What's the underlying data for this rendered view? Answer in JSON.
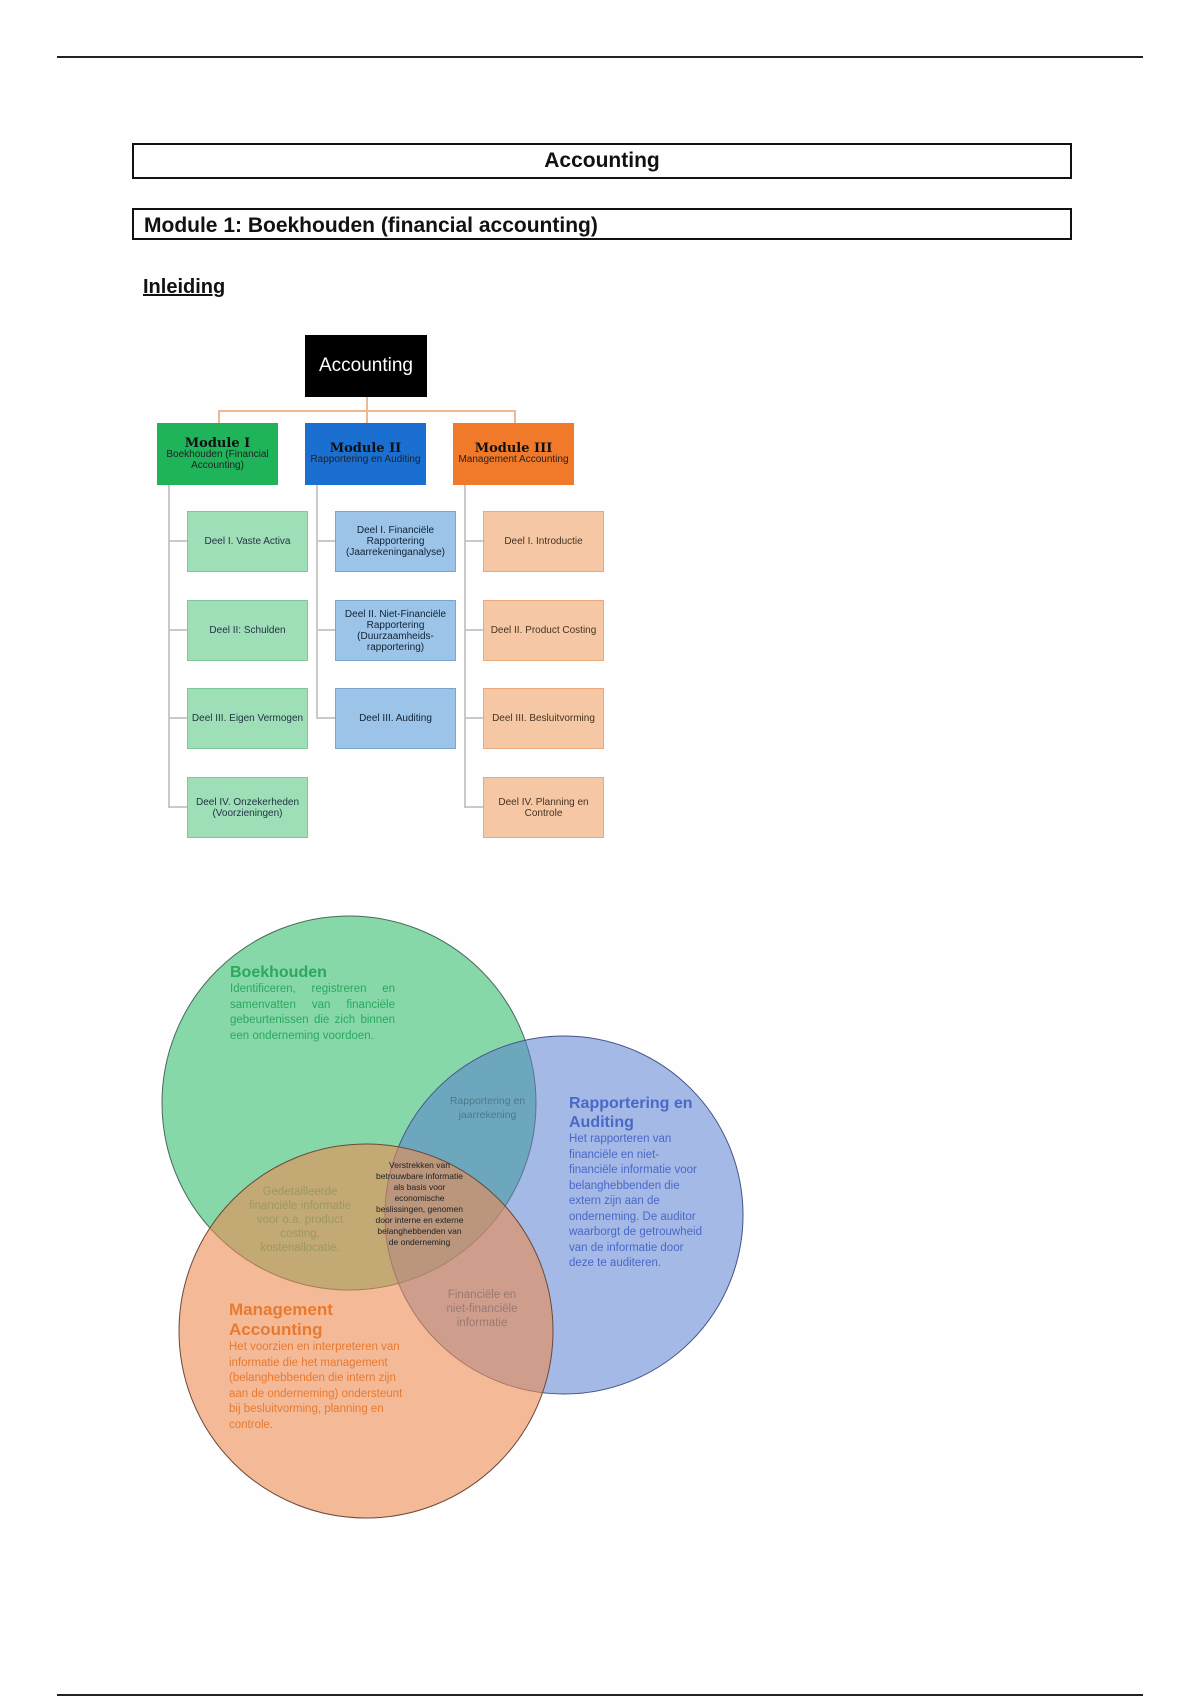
{
  "document": {
    "title": "Accounting",
    "module_heading": "Module 1: Boekhouden (financial accounting)",
    "section_heading": "Inleiding"
  },
  "org_chart": {
    "root": "Accounting",
    "modules": [
      {
        "title": "Module I",
        "subtitle": "Boekhouden (Financial Accounting)",
        "color": "#1fb35a",
        "parts": [
          "Deel I. Vaste Activa",
          "Deel II: Schulden",
          "Deel III. Eigen Vermogen",
          "Deel IV. Onzekerheden (Voorzieningen)"
        ]
      },
      {
        "title": "Module II",
        "subtitle": "Rapportering en Auditing",
        "color": "#1a6fd0",
        "parts": [
          "Deel I. Financiële Rapportering (Jaarrekeninganalyse)",
          "Deel II. Niet-Financiële Rapportering (Duurzaamheids-rapportering)",
          "Deel III. Auditing"
        ]
      },
      {
        "title": "Module III",
        "subtitle": "Management Accounting",
        "color": "#f07a2a",
        "parts": [
          "Deel I. Introductie",
          "Deel II. Product Costing",
          "Deel III. Besluitvorming",
          "Deel IV. Planning en Controle"
        ]
      }
    ]
  },
  "venn": {
    "boekhouden": {
      "title": "Boekhouden",
      "text": "Identificeren, registreren en samenvatten van financiële gebeurtenissen die zich binnen een onderneming voordoen.",
      "color": "#22a85a"
    },
    "rapportering": {
      "title": "Rapportering en Auditing",
      "text": "Het rapporteren van financiële en niet-financiële informatie voor belanghebbenden die extern zijn aan de onderneming. De auditor waarborgt de getrouwheid van de informatie door deze te auditeren.",
      "color": "#3a5fc0"
    },
    "management": {
      "title": "Management Accounting",
      "text": "Het voorzien en interpreteren van informatie die het management (belanghebbenden die intern zijn aan de onderneming) ondersteunt bij besluitvorming, planning en controle.",
      "color": "#e87a30"
    },
    "overlap_green_blue": "Rapportering en jaarrekening",
    "overlap_green_orange": "Gedetailleerde financiële informatie voor o.a. product costing, kostenallocatie.",
    "overlap_blue_orange": "Financiële en niet-financiële informatie",
    "overlap_center": "Verstrekken van betrouwbare informatie als basis voor economische beslissingen, genomen door interne en externe belanghebbenden van de onderneming"
  }
}
